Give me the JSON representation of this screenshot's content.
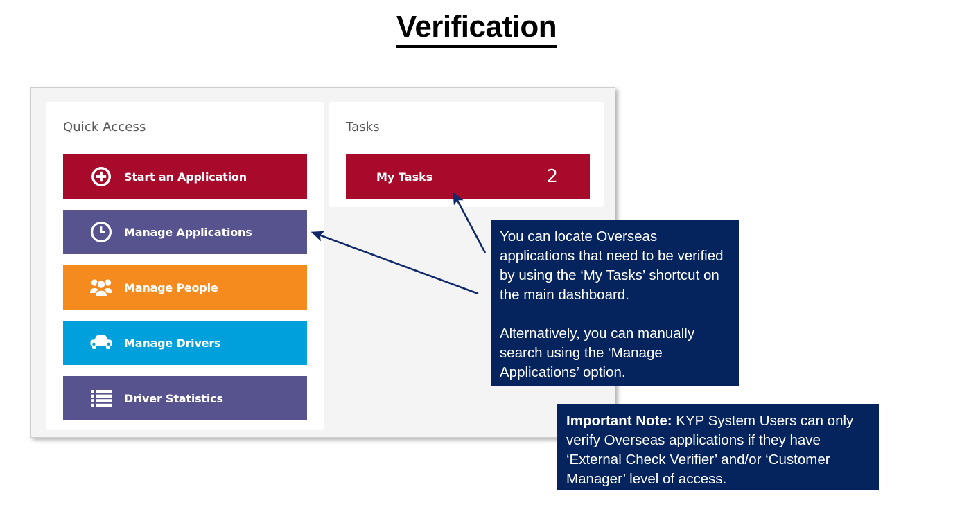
{
  "title": "Verification",
  "dashboard": {
    "quick_access": {
      "heading": "Quick Access",
      "tiles": [
        {
          "label": "Start an Application",
          "icon": "plus-circle-icon",
          "color": "#a80a2c"
        },
        {
          "label": "Manage Applications",
          "icon": "clock-icon",
          "color": "#56538f"
        },
        {
          "label": "Manage People",
          "icon": "people-group-icon",
          "color": "#f58b1f"
        },
        {
          "label": "Manage Drivers",
          "icon": "car-icon",
          "color": "#00a0dd"
        },
        {
          "label": "Driver Statistics",
          "icon": "list-icon",
          "color": "#56538f"
        }
      ]
    },
    "tasks": {
      "heading": "Tasks",
      "tile": {
        "label": "My Tasks",
        "count": "2",
        "color": "#a80a2c"
      }
    }
  },
  "callouts": {
    "main": {
      "paragraph_1": "You can locate Overseas applications that need to be verified by using the ‘My Tasks’ shortcut on the main dashboard.",
      "paragraph_2": "Alternatively, you can manually search using the ‘Manage Applications’ option.",
      "background": "#05245e"
    },
    "note": {
      "lead": "Important Note:",
      "body": " KYP System Users can only verify Overseas applications if they have ‘External Check Verifier’ and/or ‘Customer Manager’ level of access.",
      "background": "#05245e"
    }
  },
  "annotations": {
    "arrow_color": "#11296b",
    "arrow_to_my_tasks": "points from callout to My Tasks tile",
    "arrow_to_manage_applications": "points from callout to Manage Applications tile"
  }
}
